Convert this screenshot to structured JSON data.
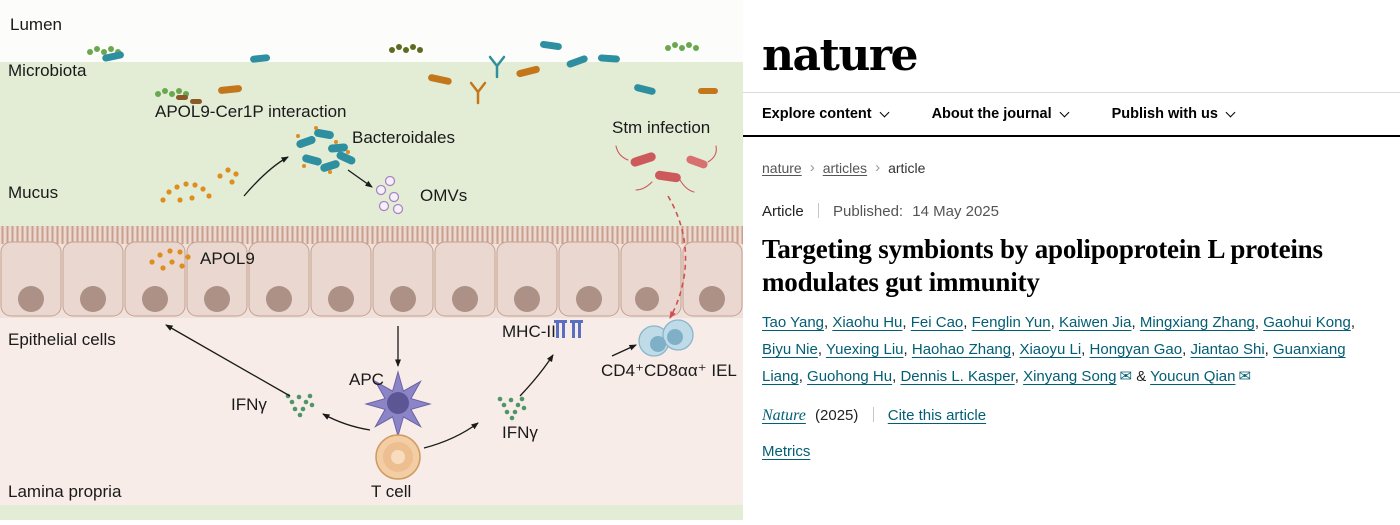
{
  "colors": {
    "link": "#025e73",
    "rule": "#000000",
    "mucus_green": "#e3edd6",
    "lamina_pink": "#f7ece8"
  },
  "figure": {
    "labels": {
      "lumen": "Lumen",
      "microbiota": "Microbiota",
      "apol9_cer1p": "APOL9-Cer1P interaction",
      "bacteroidales": "Bacteroidales",
      "mucus": "Mucus",
      "omvs": "OMVs",
      "stm_infection": "Stm infection",
      "apol9": "APOL9",
      "epithelial_cells": "Epithelial cells",
      "mhc2": "MHC-II",
      "iel": "CD4⁺CD8αα⁺ IEL",
      "ifng_left": "IFNγ",
      "apc": "APC",
      "ifng_right": "IFNγ",
      "t_cell": "T cell",
      "lamina_propria": "Lamina propria"
    }
  },
  "site": {
    "logo": "nature",
    "nav": [
      {
        "label": "Explore content"
      },
      {
        "label": "About the journal"
      },
      {
        "label": "Publish with us"
      }
    ],
    "breadcrumb": [
      {
        "label": "nature",
        "link": true
      },
      {
        "label": "articles",
        "link": true
      },
      {
        "label": "article",
        "link": false
      }
    ]
  },
  "article": {
    "type": "Article",
    "published_label": "Published:",
    "published_date": "14 May 2025",
    "title": "Targeting symbionts by apolipoprotein L proteins modulates gut immunity",
    "authors": [
      {
        "name": "Tao Yang"
      },
      {
        "name": "Xiaohu Hu"
      },
      {
        "name": "Fei Cao"
      },
      {
        "name": "Fenglin Yun"
      },
      {
        "name": "Kaiwen Jia"
      },
      {
        "name": "Mingxiang Zhang"
      },
      {
        "name": "Gaohui Kong"
      },
      {
        "name": "Biyu Nie"
      },
      {
        "name": "Yuexing Liu"
      },
      {
        "name": "Haohao Zhang"
      },
      {
        "name": "Xiaoyu Li"
      },
      {
        "name": "Hongyan Gao"
      },
      {
        "name": "Jiantao Shi"
      },
      {
        "name": "Guanxiang Liang"
      },
      {
        "name": "Guohong Hu"
      },
      {
        "name": "Dennis L. Kasper"
      },
      {
        "name": "Xinyang Song",
        "envelope": true
      },
      {
        "name": "Youcun Qian",
        "envelope": true
      }
    ],
    "journal": "Nature",
    "year": "(2025)",
    "cite_label": "Cite this article",
    "metrics_label": "Metrics"
  }
}
